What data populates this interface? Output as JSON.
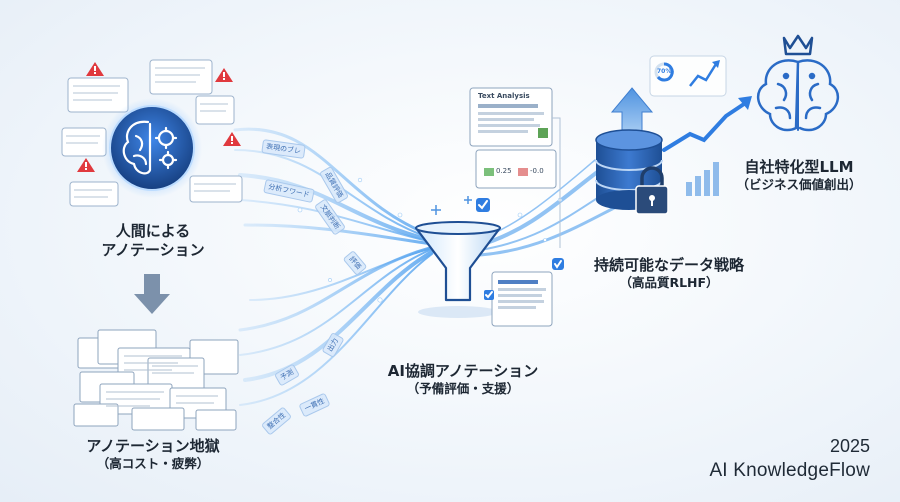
{
  "diagram": {
    "nodes": {
      "human": {
        "title": "人間による",
        "subtitle": "アノテーション"
      },
      "hell": {
        "title": "アノテーション地獄",
        "subtitle": "（高コスト・疲弊）"
      },
      "ai": {
        "title": "AI協調アノテーション",
        "subtitle": "（予備評価・支援）"
      },
      "strategy": {
        "title": "持続可能なデータ戦略",
        "subtitle": "（高品質RLHF）"
      },
      "llm": {
        "title": "自社特化型LLM",
        "subtitle": "（ビジネス価値創出）"
      }
    },
    "doc_card": {
      "title": "Text Analysis",
      "metric_a": "0.25",
      "metric_b": "-0.0"
    },
    "chart_badge": "70%",
    "flow_chips": [
      "表現のブレ",
      "分析フワード",
      "品質評価",
      "文脈判断",
      "評価",
      "出力",
      "予測",
      "整合性",
      "一貫性"
    ]
  },
  "branding": {
    "year": "2025",
    "name": "AI KnowledgeFlow"
  },
  "colors": {
    "accent": "#2f7de1",
    "dark_blue": "#1f4f94",
    "warning": "#e0393e",
    "flow": "#6fb0f0"
  }
}
